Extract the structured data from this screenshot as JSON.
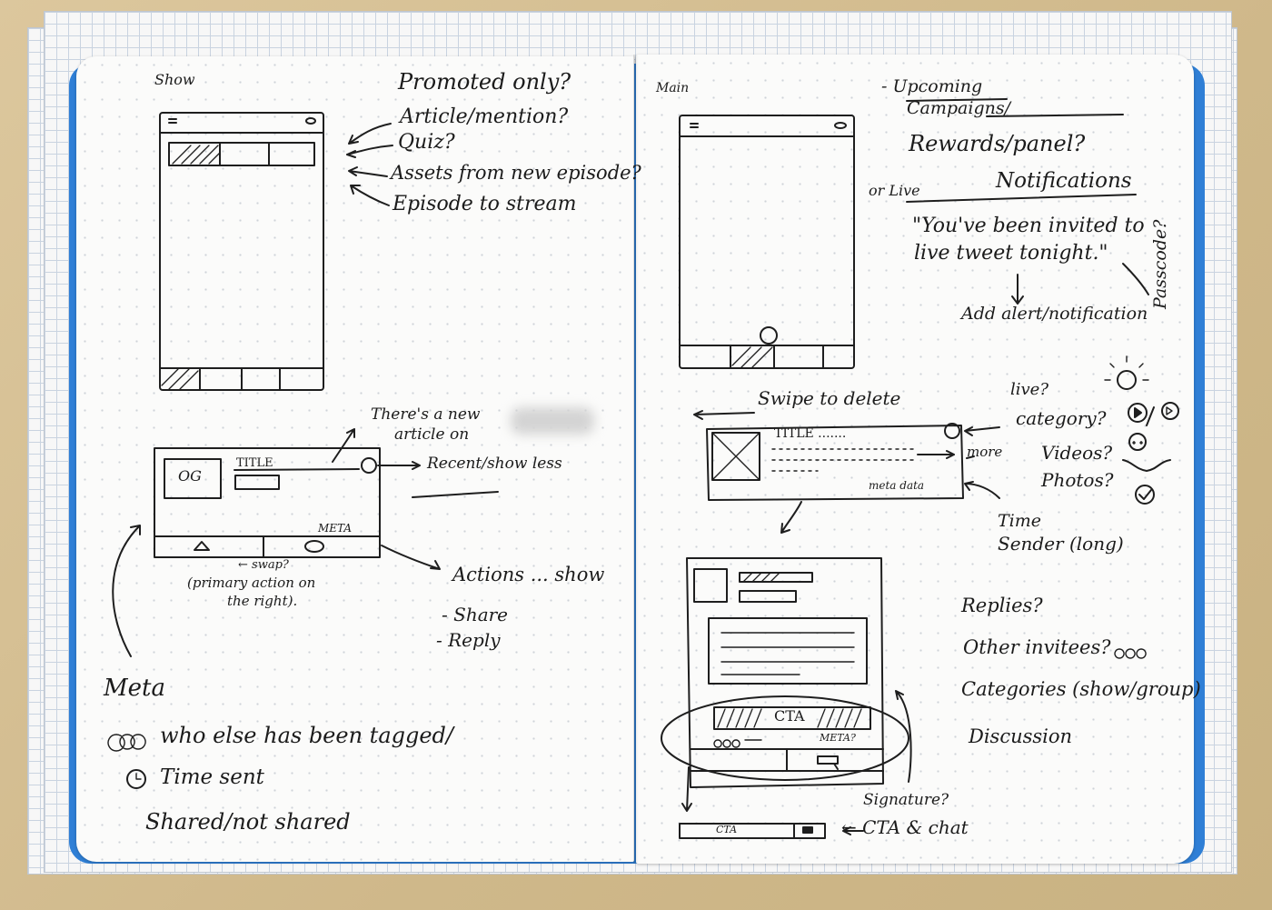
{
  "left": {
    "heading": "Show",
    "callouts": [
      "Promoted only?",
      "Article/mention?",
      "Quiz?",
      "Assets from new episode?",
      "Episode to stream"
    ],
    "card_callouts": [
      "There's a new",
      "article on",
      "Recent/show less"
    ],
    "card_title": "TITLE",
    "card_image": "OG",
    "card_meta": "META",
    "card_caption": [
      "← swap?",
      "(primary action on",
      "the right)."
    ],
    "actions_heading": "Actions ... show",
    "actions": [
      "- Share",
      "- Reply"
    ],
    "meta_heading": "Meta",
    "meta_items": [
      "who else has been tagged/",
      "Time sent",
      "Shared/not shared"
    ]
  },
  "right": {
    "heading": "Main",
    "notes": [
      "- Upcoming",
      "Campaigns/",
      "Rewards/panel?",
      "or Live",
      "Notifications"
    ],
    "quote": [
      "\"You've been invited to",
      "live tweet tonight.\""
    ],
    "add_note": "Add alert/notification",
    "side_note": "Passcode?",
    "swipe_note": "Swipe to delete",
    "card_title": "TITLE .......",
    "card_meta": "meta data",
    "card_more": "more",
    "card_notes": [
      "live?",
      "category?",
      "Videos?",
      "Photos?"
    ],
    "sender_notes": [
      "Time",
      "Sender (long)"
    ],
    "detail_cta": "CTA",
    "detail_meta": "META?",
    "list_notes": [
      "Replies?",
      "Other invitees?",
      "Categories (show/group)",
      "Discussion"
    ],
    "signature_note": "Signature?",
    "bottom_bar_label": "CTA",
    "bottom_note": "← CTA & chat"
  }
}
